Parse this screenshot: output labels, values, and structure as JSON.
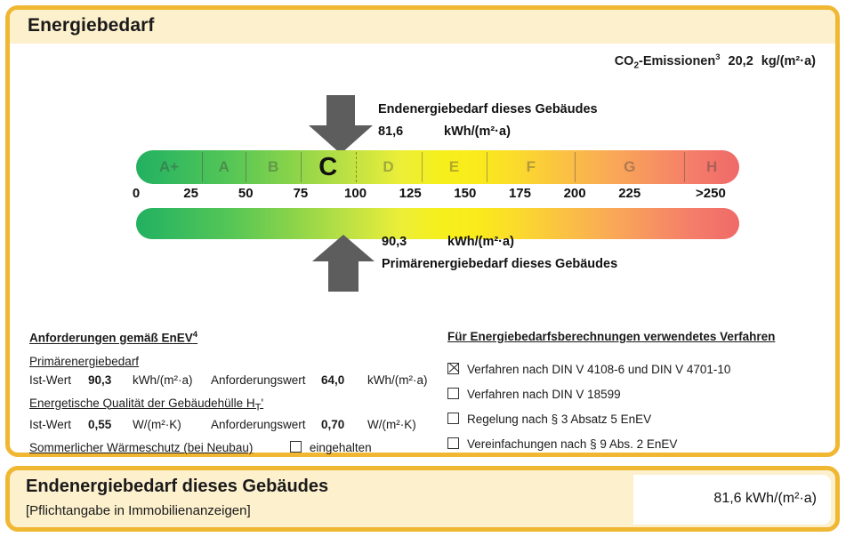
{
  "header": {
    "title": "Energiebedarf"
  },
  "co2": {
    "label_main": "CO",
    "label_sub": "2",
    "label_rest": "-Emissionen",
    "footnote": "3",
    "value": "20,2",
    "unit": "kg/(m²·a)"
  },
  "scale": {
    "segments": [
      {
        "letter": "A+",
        "start": 0,
        "end": 30,
        "active": false
      },
      {
        "letter": "A",
        "start": 30,
        "end": 50,
        "active": false
      },
      {
        "letter": "B",
        "start": 50,
        "end": 75,
        "active": false
      },
      {
        "letter": "C",
        "start": 75,
        "end": 100,
        "active": true
      },
      {
        "letter": "D",
        "start": 100,
        "end": 130,
        "active": false
      },
      {
        "letter": "E",
        "start": 130,
        "end": 160,
        "active": false
      },
      {
        "letter": "F",
        "start": 160,
        "end": 200,
        "active": false
      },
      {
        "letter": "G",
        "start": 200,
        "end": 250,
        "active": false
      },
      {
        "letter": "H",
        "start": 250,
        "end": 275,
        "active": false
      }
    ],
    "ticks": [
      "0",
      "25",
      "50",
      "75",
      "100",
      "125",
      "150",
      "175",
      "200",
      "225",
      ">250"
    ],
    "axis_min": 0,
    "axis_max": 275,
    "colors": {
      "green": "#22b060",
      "yellow": "#f6ef1e",
      "orange": "#faa957",
      "red": "#ef6a68",
      "accent_border": "#f0b733",
      "panel_head_bg": "#fdf0cd",
      "arrow_gray": "#5d5d5d"
    }
  },
  "marker_top": {
    "label": "Endenergiebedarf dieses Gebäudes",
    "value": "81,6",
    "unit": "kWh/(m²·a)",
    "position_value": 84
  },
  "marker_bottom": {
    "label": "Primärenergiebedarf dieses Gebäudes",
    "value": "90,3",
    "unit": "kWh/(m²·a)",
    "position_value": 90
  },
  "requirements": {
    "title": "Anforderungen gemäß EnEV",
    "title_footnote": "4",
    "primary": {
      "subtitle": "Primärenergiebedarf",
      "actual_label": "Ist-Wert",
      "actual_value": "90,3",
      "actual_unit": "kWh/(m²·a)",
      "required_label": "Anforderungswert",
      "required_value": "64,0",
      "required_unit": "kWh/(m²·a)"
    },
    "envelope": {
      "subtitle": "Energetische Qualität der Gebäudehülle H",
      "subtitle_sub": "T",
      "subtitle_tail": "'",
      "actual_label": "Ist-Wert",
      "actual_value": "0,55",
      "actual_unit": "W/(m²·K)",
      "required_label": "Anforderungswert",
      "required_value": "0,70",
      "required_unit": "W/(m²·K)"
    },
    "summer": {
      "label": "Sommerlicher Wärmeschutz (bei Neubau)",
      "checkbox_label": "eingehalten",
      "checked": false
    }
  },
  "method": {
    "title": "Für Energiebedarfsberechnungen verwendetes Verfahren",
    "options": [
      {
        "label": "Verfahren nach DIN V 4108-6 und DIN V 4701-10",
        "checked": true
      },
      {
        "label": "Verfahren nach DIN V 18599",
        "checked": false
      },
      {
        "label": "Regelung nach § 3 Absatz 5 EnEV",
        "checked": false
      },
      {
        "label": "Vereinfachungen nach § 9 Abs. 2 EnEV",
        "checked": false
      }
    ]
  },
  "footer": {
    "title": "Endenergiebedarf dieses Gebäudes",
    "subtitle": "[Pflichtangabe in Immobilienanzeigen]",
    "value": "81,6 kWh/(m²·a)"
  }
}
